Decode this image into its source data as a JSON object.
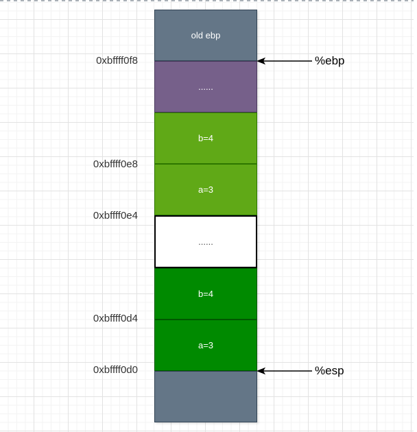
{
  "canvas": {
    "page_border_color": "#a9b0b7",
    "grid_major_color": "#e2e2e2",
    "grid_minor_color": "#f3f3f3",
    "background": "#ffffff"
  },
  "stack": {
    "cells": [
      {
        "label": "old ebp",
        "fill": "#647687",
        "stroke": "#314354",
        "text_color": "#ffffff"
      },
      {
        "label": "......",
        "fill": "#76608a",
        "stroke": "#4b3a5e",
        "text_color": "#ffffff"
      },
      {
        "label": "b=4",
        "fill": "#60a917",
        "stroke": "#2d7600",
        "text_color": "#ffffff"
      },
      {
        "label": "a=3",
        "fill": "#60a917",
        "stroke": "#2d7600",
        "text_color": "#ffffff"
      },
      {
        "label": "......",
        "fill": "#ffffff",
        "stroke": "#000000",
        "text_color": "#4d4d4d"
      },
      {
        "label": "b=4",
        "fill": "#008a00",
        "stroke": "#005700",
        "text_color": "#ffffff"
      },
      {
        "label": "a=3",
        "fill": "#008a00",
        "stroke": "#005700",
        "text_color": "#ffffff"
      },
      {
        "label": "",
        "fill": "#647687",
        "stroke": "#314354",
        "text_color": "#ffffff"
      }
    ]
  },
  "addresses": [
    "0xbffff0f8",
    "0xbffff0e8",
    "0xbffff0e4",
    "0xbffff0d4",
    "0xbffff0d0"
  ],
  "pointers": {
    "ebp": {
      "label": "%ebp"
    },
    "esp": {
      "label": "%esp"
    }
  }
}
